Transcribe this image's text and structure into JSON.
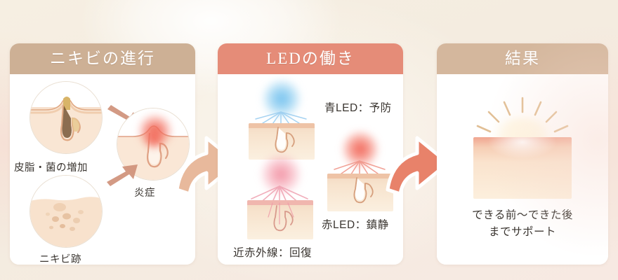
{
  "infographic": {
    "background_color": "#f3ecdf",
    "panels": [
      {
        "id": "progression",
        "header": "ニキビの進行",
        "header_color": "#cdb095",
        "labels": {
          "sebum": "皮脂・菌の増加",
          "inflammation": "炎症",
          "scar": "ニキビ跡"
        }
      },
      {
        "id": "led-action",
        "header": "LEDの働き",
        "header_color": "#e58c78",
        "labels": {
          "blue": "青LED：予防",
          "red": "赤LED：鎮静",
          "infrared": "近赤外線：回復"
        },
        "glow_colors": {
          "blue": "#6cbeee",
          "red": "#f05c4e",
          "pink": "#f08296"
        }
      },
      {
        "id": "result",
        "header": "結果",
        "header_color": "#d4b79d",
        "caption_line1": "できる前〜できた後",
        "caption_line2": "までサポート"
      }
    ],
    "arrows": [
      {
        "name": "arrow-progression-to-led",
        "color": "#e8b99c"
      },
      {
        "name": "arrow-led-to-result",
        "color": "#e8826a"
      }
    ]
  }
}
